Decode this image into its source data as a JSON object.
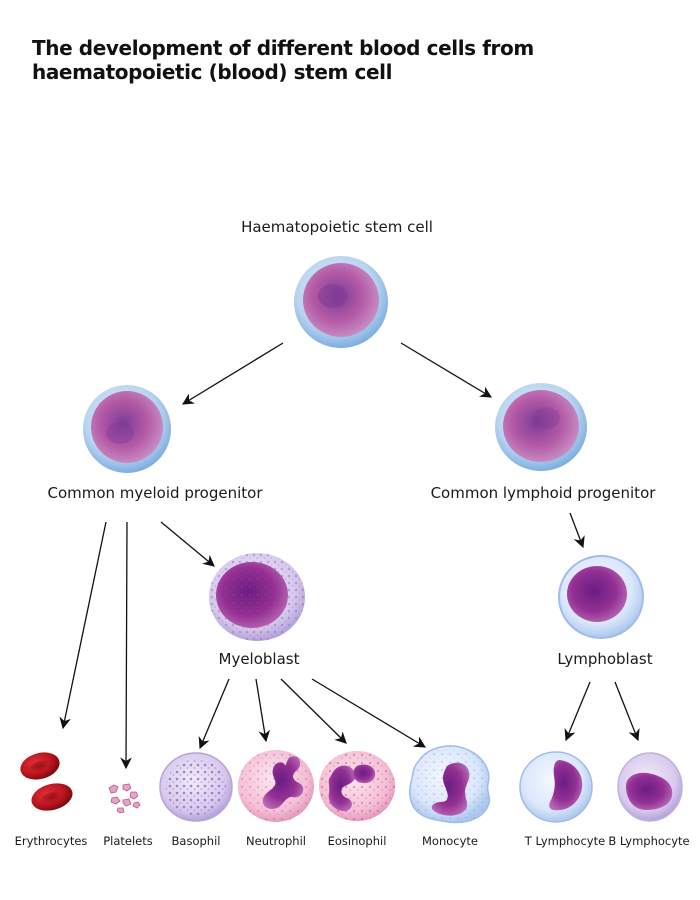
{
  "title": {
    "line1": "The development of different blood cells from",
    "line2": "haematopoietic (blood) stem cell"
  },
  "nodes": {
    "stem_cell": "Haematopoietic stem cell",
    "myeloid_progenitor": "Common myeloid progenitor",
    "lymphoid_progenitor": "Common lymphoid progenitor",
    "myeloblast": "Myeloblast",
    "lymphoblast": "Lymphoblast",
    "erythrocytes": "Erythrocytes",
    "platelets": "Platelets",
    "basophil": "Basophil",
    "neutrophil": "Neutrophil",
    "eosinophil": "Eosinophil",
    "monocyte": "Monocyte",
    "t_lymphocyte": "T Lymphocyte",
    "b_lymphocyte": "B Lymphocyte"
  },
  "colors": {
    "membrane_blue": "#9ec3ea",
    "cytoplasm_pink": "#f4c5dd",
    "nucleus_purple": "#8a2f8c",
    "erythrocyte_red": "#b5121b",
    "arrow": "#111111"
  }
}
